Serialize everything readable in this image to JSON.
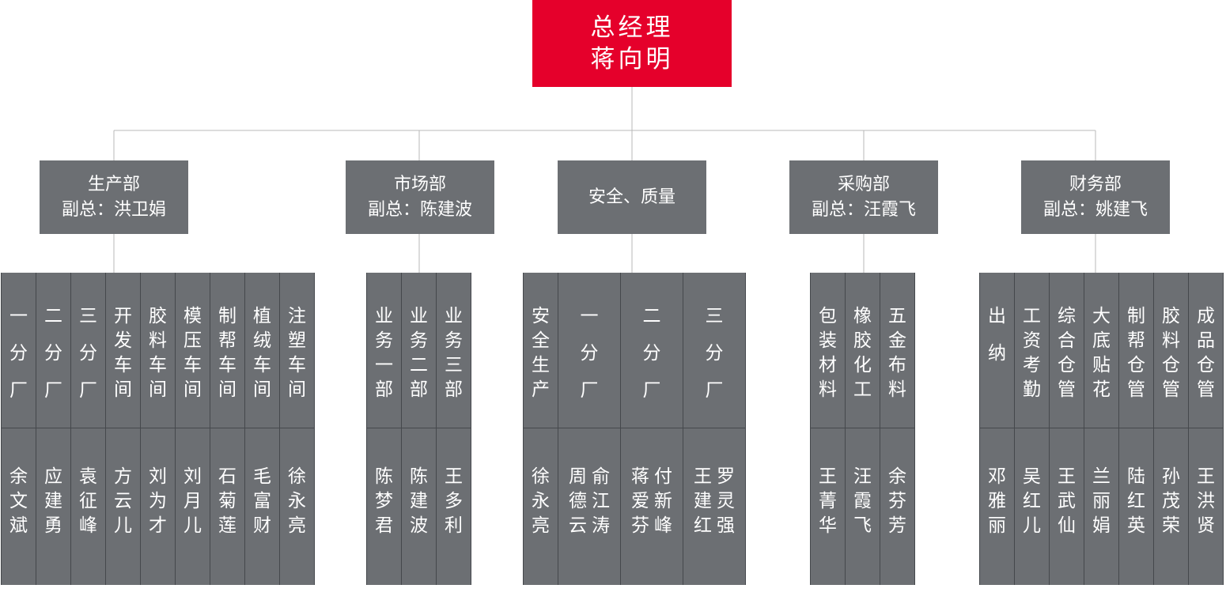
{
  "top": {
    "title": "总经理",
    "name": "蒋向明"
  },
  "departments": [
    {
      "name": "生产部",
      "leader": "副总：洪卫娟"
    },
    {
      "name": "市场部",
      "leader": "副总：陈建波"
    },
    {
      "name": "安全、质量",
      "leader": ""
    },
    {
      "name": "采购部",
      "leader": "副总：汪霞飞"
    },
    {
      "name": "财务部",
      "leader": "副总：姚建飞"
    }
  ],
  "groups": [
    {
      "units": [
        {
          "unit": "一分厂",
          "person": "余文斌"
        },
        {
          "unit": "二分厂",
          "person": "应建勇"
        },
        {
          "unit": "三分厂",
          "person": "袁征峰"
        },
        {
          "unit": "开发车间",
          "person": "方云儿"
        },
        {
          "unit": "胶料车间",
          "person": "刘为才"
        },
        {
          "unit": "模压车间",
          "person": "刘月儿"
        },
        {
          "unit": "制帮车间",
          "person": "石菊莲"
        },
        {
          "unit": "植绒车间",
          "person": "毛富财"
        },
        {
          "unit": "注塑车间",
          "person": "徐永亮"
        }
      ]
    },
    {
      "units": [
        {
          "unit": "业务一部",
          "person": "陈梦君"
        },
        {
          "unit": "业务二部",
          "person": "陈建波"
        },
        {
          "unit": "业务三部",
          "person": "王多利"
        }
      ]
    },
    {
      "units": [
        {
          "unit": "安全生产",
          "person": "徐永亮"
        },
        {
          "unit": "一分厂",
          "person": "周德云 俞江涛"
        },
        {
          "unit": "二分厂",
          "person": "蒋爱芬 付新峰"
        },
        {
          "unit": "三分厂",
          "person": "王建红 罗灵强"
        }
      ]
    },
    {
      "units": [
        {
          "unit": "包装材料",
          "person": "王菁华"
        },
        {
          "unit": "橡胶化工",
          "person": "汪霞飞"
        },
        {
          "unit": "五金布料",
          "person": "余芬芳"
        }
      ]
    },
    {
      "units": [
        {
          "unit": "出纳",
          "person": "邓雅丽"
        },
        {
          "unit": "工资考勤",
          "person": "吴红儿"
        },
        {
          "unit": "综合仓管",
          "person": "王武仙"
        },
        {
          "unit": "大底贴花",
          "person": "兰丽娟"
        },
        {
          "unit": "制帮仓管",
          "person": "陆红英"
        },
        {
          "unit": "胶料仓管",
          "person": "孙茂荣"
        },
        {
          "unit": "成品仓管",
          "person": "王洪贤"
        }
      ]
    }
  ]
}
